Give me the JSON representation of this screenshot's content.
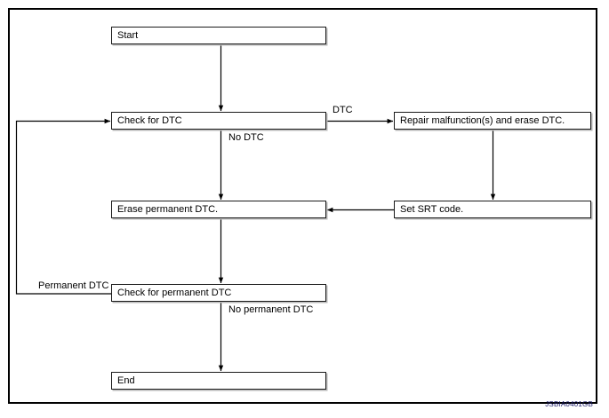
{
  "figure": {
    "code": "JSBIA0401GB",
    "type": "flowchart",
    "border_color": "#000000",
    "box_border_color": "#1a1a1a",
    "text_color": "#000000",
    "code_color": "#1b1b6b"
  },
  "nodes": {
    "start": {
      "label": "Start"
    },
    "check_dtc": {
      "label": "Check for DTC"
    },
    "repair": {
      "label": "Repair malfunction(s) and erase DTC."
    },
    "erase_permanent": {
      "label": "Erase permanent DTC."
    },
    "set_srt": {
      "label": "Set SRT code."
    },
    "check_permanent": {
      "label": "Check for permanent DTC"
    },
    "end": {
      "label": "End"
    }
  },
  "edge_labels": {
    "dtc": "DTC",
    "no_dtc": "No DTC",
    "permanent_dtc": "Permanent DTC",
    "no_permanent_dtc": "No permanent DTC"
  }
}
